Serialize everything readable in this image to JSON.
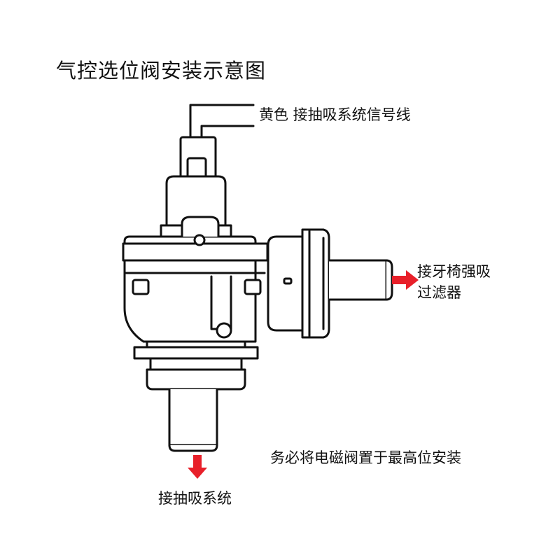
{
  "title": "气控选位阀安装示意图",
  "labels": {
    "signal_line": "黄色 接抽吸系统信号线",
    "filter_line1": "接牙椅强吸",
    "filter_line2": "过滤器",
    "mounting_note": "务必将电磁阀置于最高位安装",
    "suction_system": "接抽吸系统"
  },
  "colors": {
    "arrow": "#e8202a",
    "line": "#111111"
  }
}
